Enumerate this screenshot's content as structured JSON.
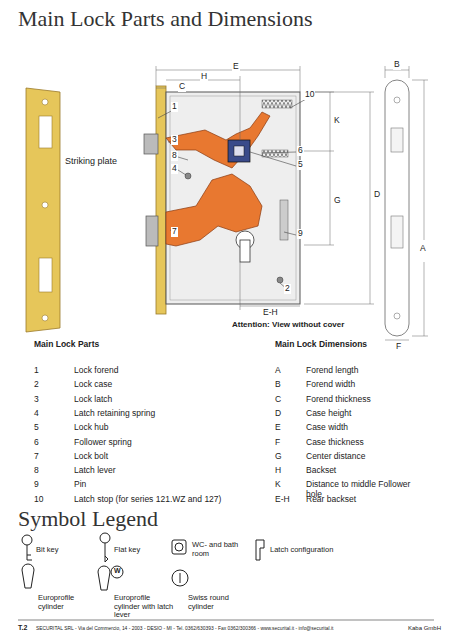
{
  "diagram": {
    "title": "Main Lock Parts and Dimensions",
    "labels": [
      "1",
      "2",
      "3",
      "4",
      "5",
      "6",
      "7",
      "8",
      "9",
      "10",
      "C",
      "H",
      "E",
      "B",
      "K",
      "G",
      "D",
      "F",
      "A",
      "E-H",
      "Striking plate",
      "Attention: View without cover",
      "Main Lock Parts",
      "Main Lock Dimensions",
      "1",
      "Lock forend",
      "2",
      "Lock case",
      "3",
      "Lock latch",
      "4",
      "Latch retaining spring",
      "5",
      "Lock hub",
      "6",
      "Follower spring",
      "7",
      "Lock bolt",
      "8",
      "Latch lever",
      "9",
      "Pin",
      "10",
      "Latch stop (for series 121.WZ and 127)",
      "A",
      "Forend length",
      "B",
      "Forend width",
      "C",
      "Forend thickness",
      "D",
      "Case height",
      "E",
      "Case width",
      "F",
      "Case thickness",
      "G",
      "Center distance",
      "H",
      "Backset",
      "K",
      "Distance to middle Follower hole",
      "E-H",
      "Rear backset",
      "Symbol Legend",
      "W",
      "T.2",
      "SECURITAL SRL - Via del Commercio, 14 - 2003 - DESIO - MI - Tel. 0362/630393 - Fax 0362/300366 - www.securital.it - info@securital.it",
      "Kaba GmbH"
    ],
    "legend": [
      {
        "text": "Bit key"
      },
      {
        "text": "Flat key"
      },
      {
        "text": "WC- and bath room"
      },
      {
        "text": "Latch configuration"
      },
      {
        "text": "Europrofile cylinder"
      },
      {
        "text": "Europrofile cylinder with latch lever"
      },
      {
        "text": "Swiss round cylinder"
      }
    ]
  }
}
